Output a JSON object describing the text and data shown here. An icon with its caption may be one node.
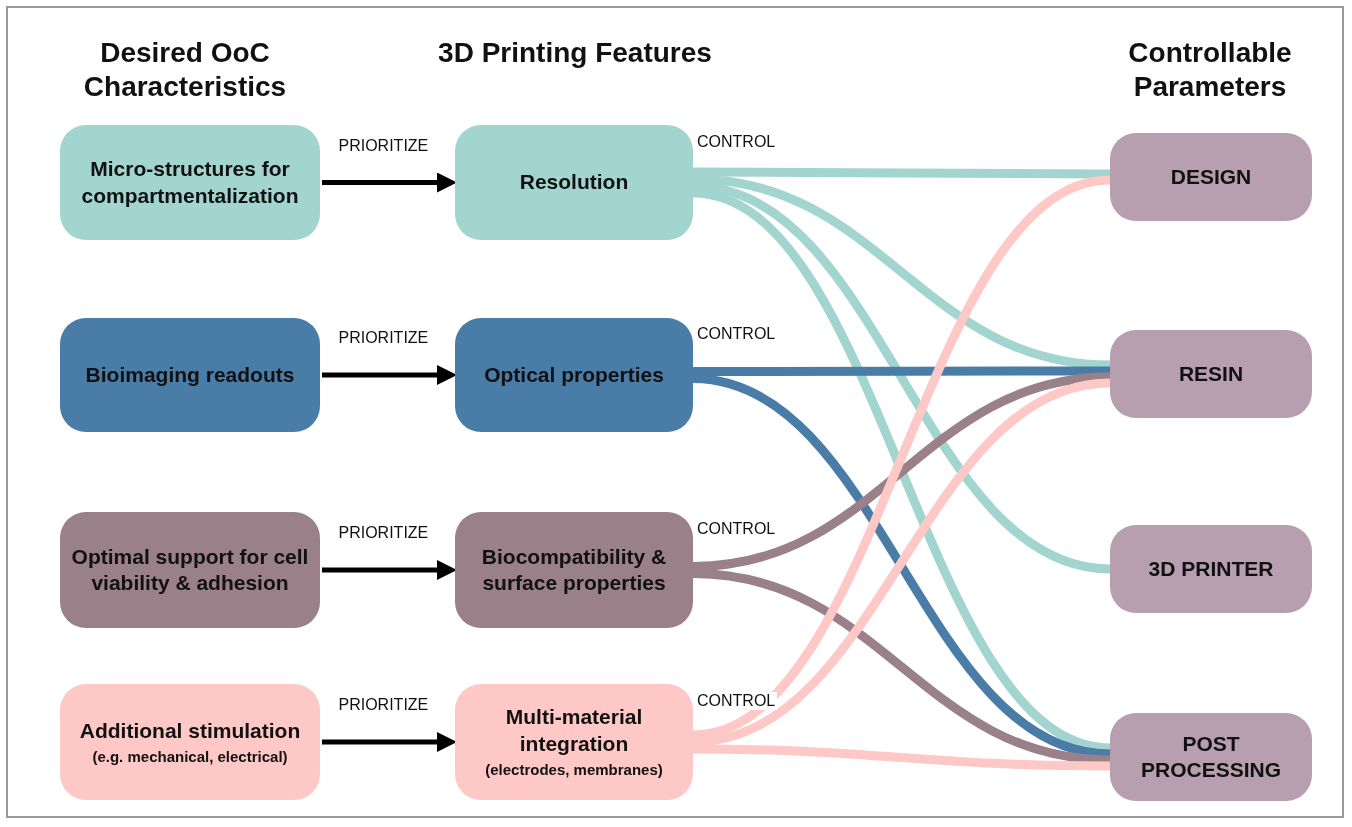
{
  "diagram": {
    "nodes": [
      {
        "text": [
          "Micro-structures for compartmentalization"
        ]
      },
      {
        "text": [
          "Bioimaging readouts"
        ]
      },
      {
        "text": [
          "Optimal support for cell viability & adhesion"
        ]
      },
      {
        "text": [
          "Additional stimulation",
          "(e.g. mechanical, electrical)"
        ]
      },
      {
        "text": [
          "Resolution"
        ]
      },
      {
        "text": [
          "Optical properties"
        ]
      },
      {
        "text": [
          "Biocompatibility & surface properties"
        ]
      },
      {
        "text": [
          "Multi-material integration",
          "(electrodes, membranes)"
        ]
      },
      {
        "text": [
          "DESIGN"
        ]
      },
      {
        "text": [
          "RESIN"
        ]
      },
      {
        "text": [
          "3D PRINTER"
        ]
      },
      {
        "text": [
          "POST PROCESSING"
        ]
      }
    ],
    "edges": [
      {
        "from": 0,
        "to": 4,
        "arrow": "to",
        "label": "PRIORITIZE"
      },
      {
        "from": 1,
        "to": 5,
        "arrow": "to",
        "label": "PRIORITIZE"
      },
      {
        "from": 2,
        "to": 6,
        "arrow": "to",
        "label": "PRIORITIZE"
      },
      {
        "from": 3,
        "to": 7,
        "arrow": "to",
        "label": "PRIORITIZE"
      },
      {
        "from": 4,
        "to": 8,
        "arrow": "none",
        "label": "CONTROL",
        "color": "#a3d5d0"
      },
      {
        "from": 4,
        "to": 9,
        "arrow": "none",
        "color": "#a3d5d0"
      },
      {
        "from": 4,
        "to": 10,
        "arrow": "none",
        "color": "#a3d5d0"
      },
      {
        "from": 4,
        "to": 11,
        "arrow": "none",
        "color": "#a3d5d0"
      },
      {
        "from": 5,
        "to": 9,
        "arrow": "none",
        "label": "CONTROL",
        "color": "#4a7ca8"
      },
      {
        "from": 5,
        "to": 11,
        "arrow": "none",
        "color": "#4a7ca8"
      },
      {
        "from": 6,
        "to": 9,
        "arrow": "none",
        "label": "CONTROL",
        "color": "#9a8088"
      },
      {
        "from": 6,
        "to": 11,
        "arrow": "none",
        "color": "#9a8088"
      },
      {
        "from": 7,
        "to": 8,
        "arrow": "none",
        "label": "CONTROL",
        "color": "#fdc8c6"
      },
      {
        "from": 7,
        "to": 9,
        "arrow": "none",
        "color": "#fdc8c6"
      },
      {
        "from": 7,
        "to": 11,
        "arrow": "none",
        "color": "#fdc8c6"
      }
    ],
    "labels": [
      "Desired OoC Characteristics",
      "3D Printing Features",
      "Controllable Parameters"
    ]
  }
}
